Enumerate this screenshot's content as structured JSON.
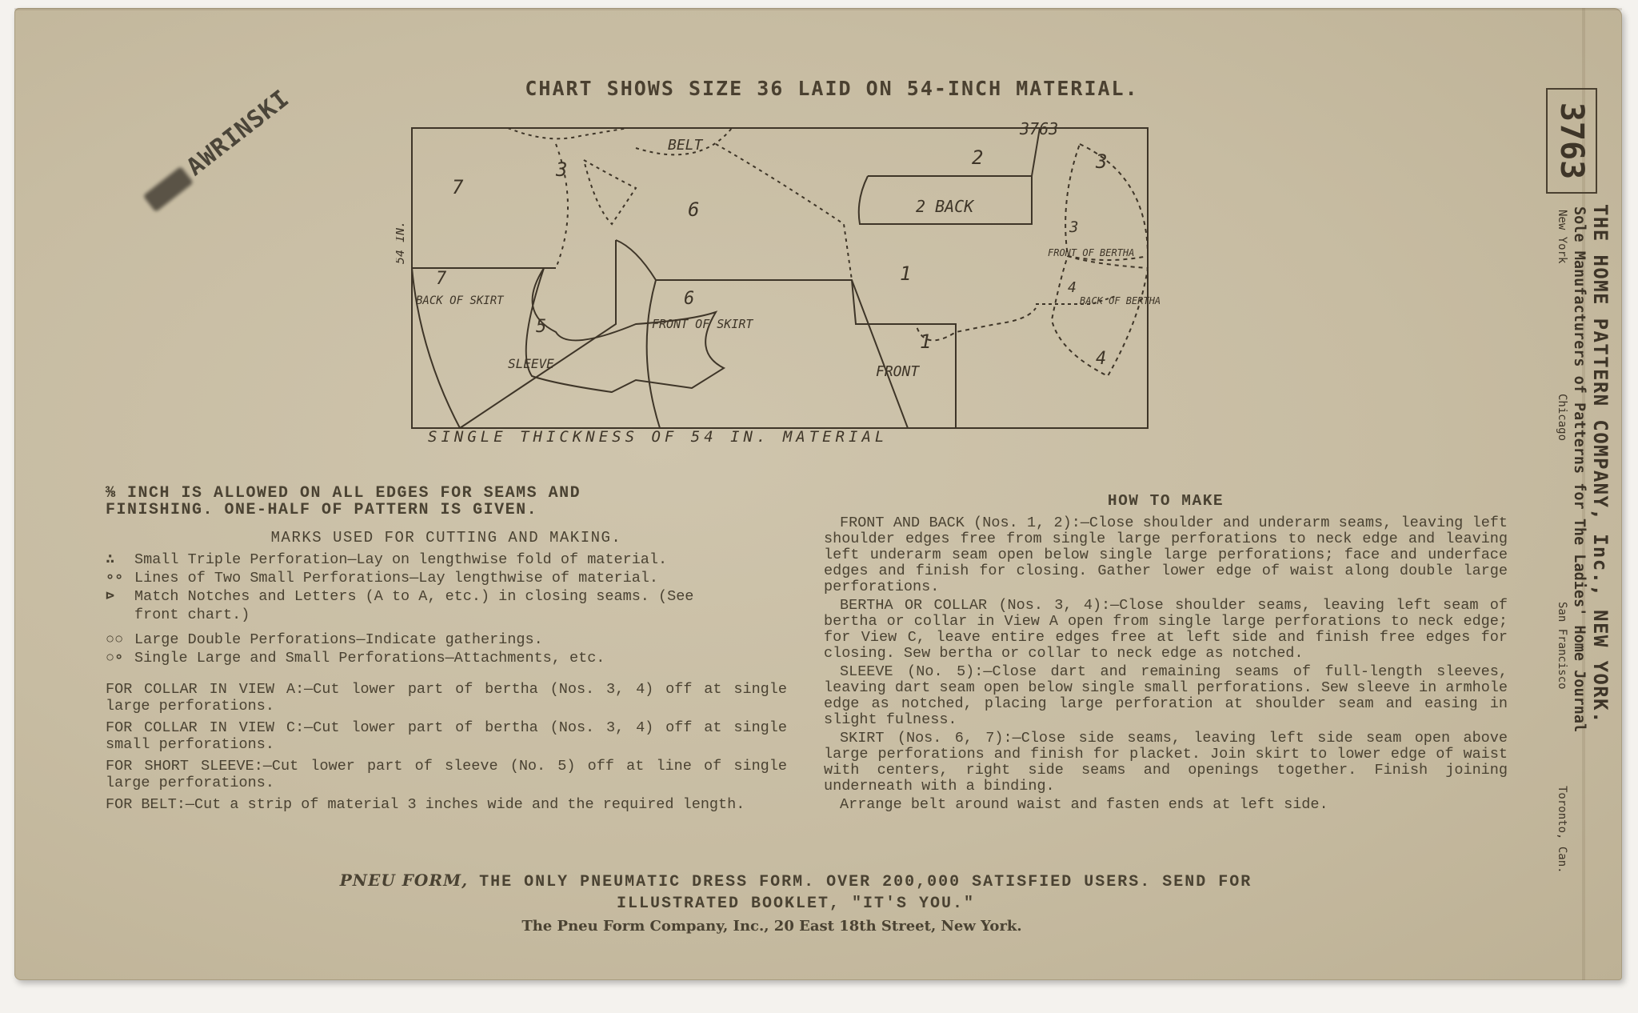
{
  "chart_heading": "CHART SHOWS SIZE 36 LAID ON 54-INCH MATERIAL.",
  "layout_chart": {
    "pattern_number": "3763",
    "belt": "BELT",
    "side_label": "54 IN.",
    "bottom_label": "SINGLE THICKNESS OF 54 IN. MATERIAL",
    "pieces": {
      "n7": "7",
      "n3a": "3",
      "n6": "6",
      "n2": "2",
      "n3b": "3",
      "back2": "2 BACK",
      "n3c": "3",
      "front_bertha": "FRONT OF BERTHA",
      "back_skirt_num": "7",
      "back_skirt": "BACK OF SKIRT",
      "n5": "5",
      "sleeve": "SLEEVE",
      "front_skirt_num": "6",
      "front_skirt": "FRONT OF SKIRT",
      "n1a": "1",
      "back_bertha_num": "4",
      "back_bertha": "BACK OF BERTHA",
      "n1b": "1",
      "front": "FRONT",
      "n4": "4"
    }
  },
  "stamp": "AWRINSKI",
  "left": {
    "intro_1": "⅜ INCH IS ALLOWED ON ALL EDGES FOR SEAMS AND",
    "intro_2": "FINISHING. ONE-HALF OF PATTERN IS GIVEN.",
    "marks_title": "MARKS USED FOR CUTTING AND MAKING.",
    "marks": [
      {
        "symbol": "∴",
        "text": "Small Triple Perforation—Lay on lengthwise fold of material."
      },
      {
        "symbol": "∘∘",
        "text": "Lines of Two Small Perforations—Lay lengthwise of material."
      },
      {
        "symbol": "⊳",
        "text": "Match Notches and Letters (A to A, etc.) in closing seams.  (See"
      },
      {
        "symbol": "",
        "text": "front chart.)"
      },
      {
        "symbol": "○○",
        "text": "Large Double Perforations—Indicate gatherings."
      },
      {
        "symbol": "○∘",
        "text": "Single Large and Small Perforations—Attachments, etc."
      }
    ],
    "notes": [
      "FOR COLLAR IN VIEW A:—Cut lower part of bertha (Nos. 3, 4) off at single large perforations.",
      "FOR COLLAR IN VIEW C:—Cut lower part of bertha (Nos. 3, 4) off at single small perforations.",
      "FOR SHORT SLEEVE:—Cut lower part of sleeve (No. 5) off at line of single large perforations.",
      "FOR BELT:—Cut a strip of material 3 inches wide and the required length."
    ]
  },
  "right": {
    "title": "HOW TO MAKE",
    "sections": [
      "FRONT AND BACK (Nos. 1, 2):—Close shoulder and underarm seams, leaving left shoulder edges free from single large perforations to neck edge and leaving left underarm seam open below single large perforations; face and underface edges and finish for closing.  Gather lower edge of waist along double large perforations.",
      "BERTHA OR COLLAR (Nos. 3, 4):—Close shoulder seams, leaving left seam of bertha or collar in View A open from single large perforations to neck edge; for View C, leave entire edges free at left side and finish free edges for closing.  Sew bertha or collar to neck edge as notched.",
      "SLEEVE (No. 5):—Close dart and remaining seams of full-length sleeves, leaving dart seam open below single small perforations.  Sew sleeve in armhole edge as notched, placing large perforation at shoulder seam and easing in slight fulness.",
      "SKIRT (Nos. 6, 7):—Close side seams, leaving left side seam open above large perforations and finish for placket.  Join skirt to lower edge of waist with centers, right side seams and openings together.  Finish joining underneath with a binding.",
      "Arrange belt around waist and fasten ends at left side."
    ]
  },
  "footer": {
    "brand": "PNEU FORM,",
    "line1": "THE ONLY PNEUMATIC DRESS FORM.  OVER 200,000 SATISFIED USERS.  SEND FOR",
    "line2": "ILLUSTRATED BOOKLET, \"IT'S YOU.\"",
    "line3": "The Pneu Form Company, Inc., 20 East 18th Street, New York."
  },
  "side": {
    "number": "3763",
    "company": "THE HOME PATTERN COMPANY, Inc., NEW YORK.",
    "tagline": "Sole Manufacturers of Patterns for The Ladies' Home Journal",
    "cities": [
      "New York",
      "Chicago",
      "San Francisco",
      "Toronto, Can."
    ]
  }
}
